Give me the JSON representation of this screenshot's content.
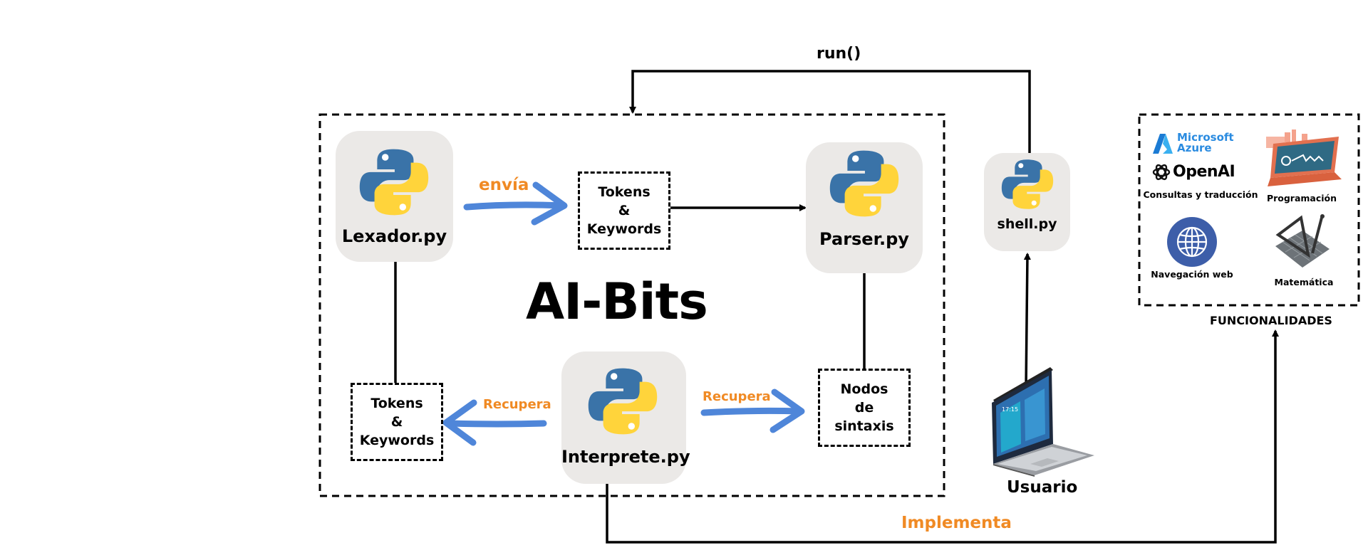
{
  "title": "AI-Bits",
  "labels": {
    "run": "run()",
    "envia": "envía",
    "recupera_left": "Recupera",
    "recupera_right": "Recupera",
    "implementa": "Implementa",
    "usuario": "Usuario",
    "funcionalidades": "FUNCIONALIDADES"
  },
  "modules": {
    "lexador": "Lexador.py",
    "parser": "Parser.py",
    "interprete": "Interprete.py",
    "shell": "shell.py"
  },
  "boxes": {
    "tokens_top": [
      "Tokens",
      "&",
      "Keywords"
    ],
    "tokens_bottom": [
      "Tokens",
      "&",
      "Keywords"
    ],
    "nodos": [
      "Nodos",
      "de",
      "sintaxis"
    ]
  },
  "funcionalidades": {
    "azure": [
      "Microsoft",
      "Azure"
    ],
    "openai": "OpenAI",
    "consultas": "Consultas y traducción",
    "programacion": "Programación",
    "navegacion": "Navegación web",
    "matematica": "Matemática"
  },
  "laptop_screen": "17:15",
  "colors": {
    "orange": "#f08a24",
    "arrow_blue": "#4f86d9",
    "python_blue": "#3a73a8",
    "python_yellow": "#ffd43b",
    "card_bg": "#ebe9e7"
  }
}
